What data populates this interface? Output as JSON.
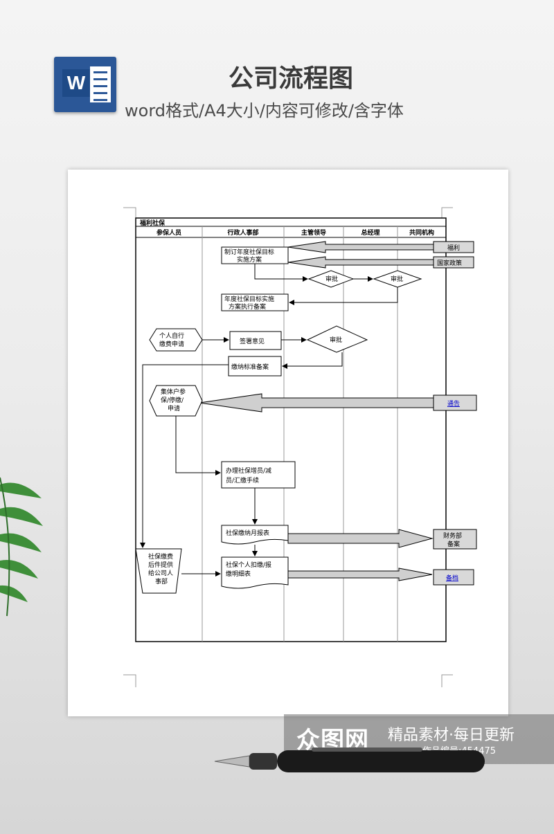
{
  "header": {
    "app_icon_letter": "W",
    "title": "公司流程图",
    "subtitle": "word格式/A4大小/内容可修改/含字体"
  },
  "document": {
    "table_title": "福利社保",
    "lanes": [
      "参保人员",
      "行政人事部",
      "主管领导",
      "总经理",
      "共同机构"
    ],
    "external_inputs": {
      "input_welfare": "福利",
      "input_policy": "国家政策",
      "input_notice": "通告",
      "output_finance": "财务部\n备案",
      "output_archive": "备档"
    },
    "nodes": {
      "draft_plan": "制订年度社保目标\n实施方案",
      "approve_1": "审批",
      "approve_2": "审批",
      "annual_plan": "年度社保目标实施\n方案执行备案",
      "self_apply": "个人自行\n缴费申请",
      "opinion": "签署意见",
      "approve_3": "审批",
      "payment_record": "缴纳标准备案",
      "household_apply": "集体户参\n保/停缴/\n申请",
      "handle_procedure": "办理社保增员/减\n员/汇缴手续",
      "monthly_report": "社保缴纳月报表",
      "notice_sheet": "社保缴费\n后件提供\n给公司人\n事部",
      "personal_record": "社保个人扣缴/报\n缴明细表"
    }
  },
  "watermark": {
    "logo": "众图网",
    "slogan": "精品素材·每日更新",
    "work_id": "作品编号:454475"
  },
  "colors": {
    "word_blue": "#2b5797",
    "title_text": "#3a3a3a",
    "arrow_fill": "#cfcfcf",
    "side_box": "#d9d9d9"
  }
}
